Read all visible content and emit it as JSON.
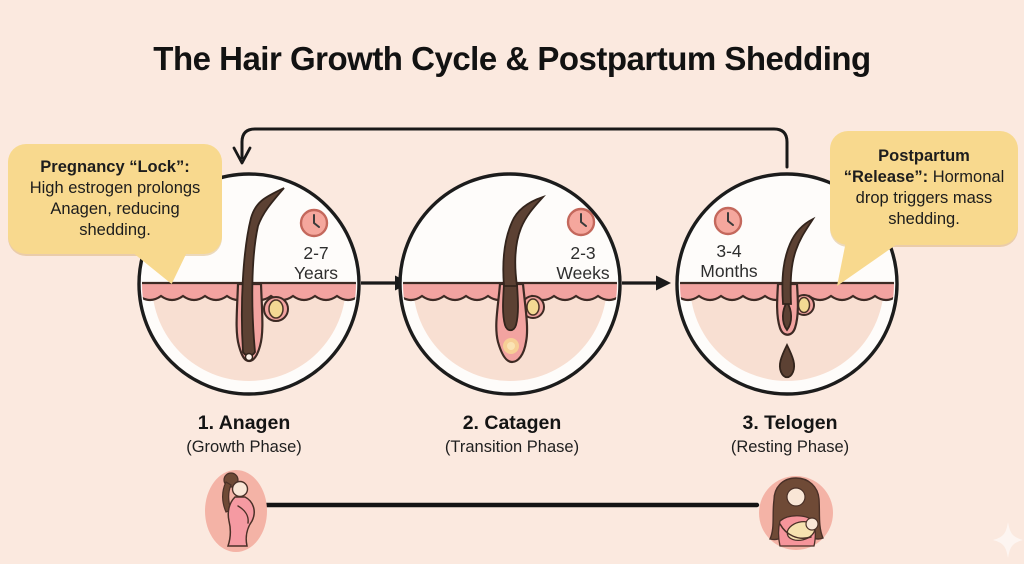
{
  "title": "The Hair Growth Cycle & Postpartum Shedding",
  "bubbles": {
    "left": {
      "line1_bold": "Pregnancy “Lock”:",
      "line2": "High estrogen prolongs",
      "line3": "Anagen, reducing",
      "line4": "shedding."
    },
    "right": {
      "line1_bold": "Postpartum",
      "line2_bold": "“Release”:",
      "line2_rest": "Hormonal",
      "line3": "drop triggers mass",
      "line4": "shedding."
    }
  },
  "stages": [
    {
      "name": "1. Anagen",
      "phase": "(Growth Phase)",
      "duration_value": "2-7",
      "duration_unit": "Years"
    },
    {
      "name": "2. Catagen",
      "phase": "(Transition Phase)",
      "duration_value": "2-3",
      "duration_unit": "Weeks"
    },
    {
      "name": "3. Telogen",
      "phase": "(Resting Phase)",
      "duration_value": "3-4",
      "duration_unit": "Months"
    }
  ],
  "icons": {
    "clock": "clock-icon",
    "pregnant_woman": "pregnant-woman-icon",
    "mother_with_baby": "mother-with-baby-icon",
    "cycle_loop": "cycle-repeat-arrow",
    "stage_arrow": "right-arrow-icon",
    "sparkle": "sparkle-icon"
  },
  "colors": {
    "background": "#fbe9df",
    "bubble_yellow": "#f8d98e",
    "skin_band_pink": "#f2a3a0",
    "below_skin_peach": "#f8dfd2",
    "hair_brown": "#5c4133",
    "clock_pink": "#f5a79d",
    "gland_yellow": "#f3d993",
    "outline_dark": "#1c1c1c",
    "figure_bg_pink": "#f4b3a6"
  }
}
